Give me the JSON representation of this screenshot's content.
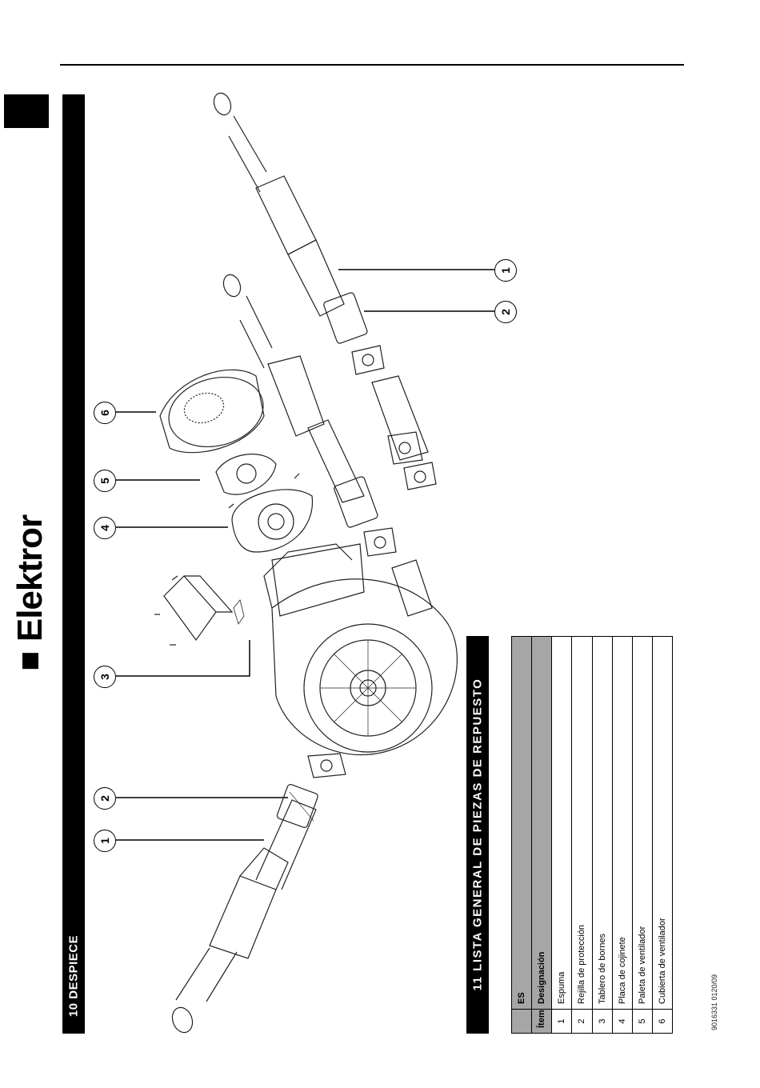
{
  "brand": {
    "name": "Elektror"
  },
  "section10": {
    "title": "10 DESPIECE"
  },
  "diagram": {
    "callouts": [
      "1",
      "2",
      "3",
      "4",
      "5",
      "6",
      "1",
      "2"
    ]
  },
  "section11": {
    "title": "11 LISTA GENERAL DE PIEZAS DE REPUESTO",
    "lang_header": "ES",
    "col_item": "Ítem",
    "col_designation": "Designación",
    "rows": [
      {
        "item": "1",
        "designation": "Espuma"
      },
      {
        "item": "2",
        "designation": "Rejilla de protección"
      },
      {
        "item": "3",
        "designation": "Tablero de bornes"
      },
      {
        "item": "4",
        "designation": "Placa de cojinete"
      },
      {
        "item": "5",
        "designation": "Paleta de ventilador"
      },
      {
        "item": "6",
        "designation": "Cubierta de ventilador"
      }
    ]
  },
  "footer": {
    "doc_code": "9016331 0120/09"
  }
}
